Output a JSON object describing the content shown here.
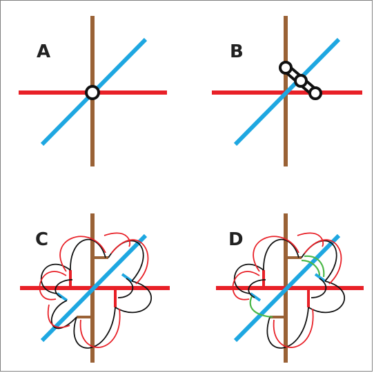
{
  "panels": [
    {
      "label": "A"
    },
    {
      "label": "B"
    },
    {
      "label": "C"
    },
    {
      "label": "D"
    }
  ],
  "colors": {
    "vertical_line": "#9a6236",
    "horizontal_line": "#e82027",
    "diagonal_line": "#1ea7e1",
    "node_outline": "#111111",
    "curve_black": "#111111",
    "curve_red": "#e82027",
    "curve_green": "#4cb848",
    "frame": "#7f7f7f"
  }
}
